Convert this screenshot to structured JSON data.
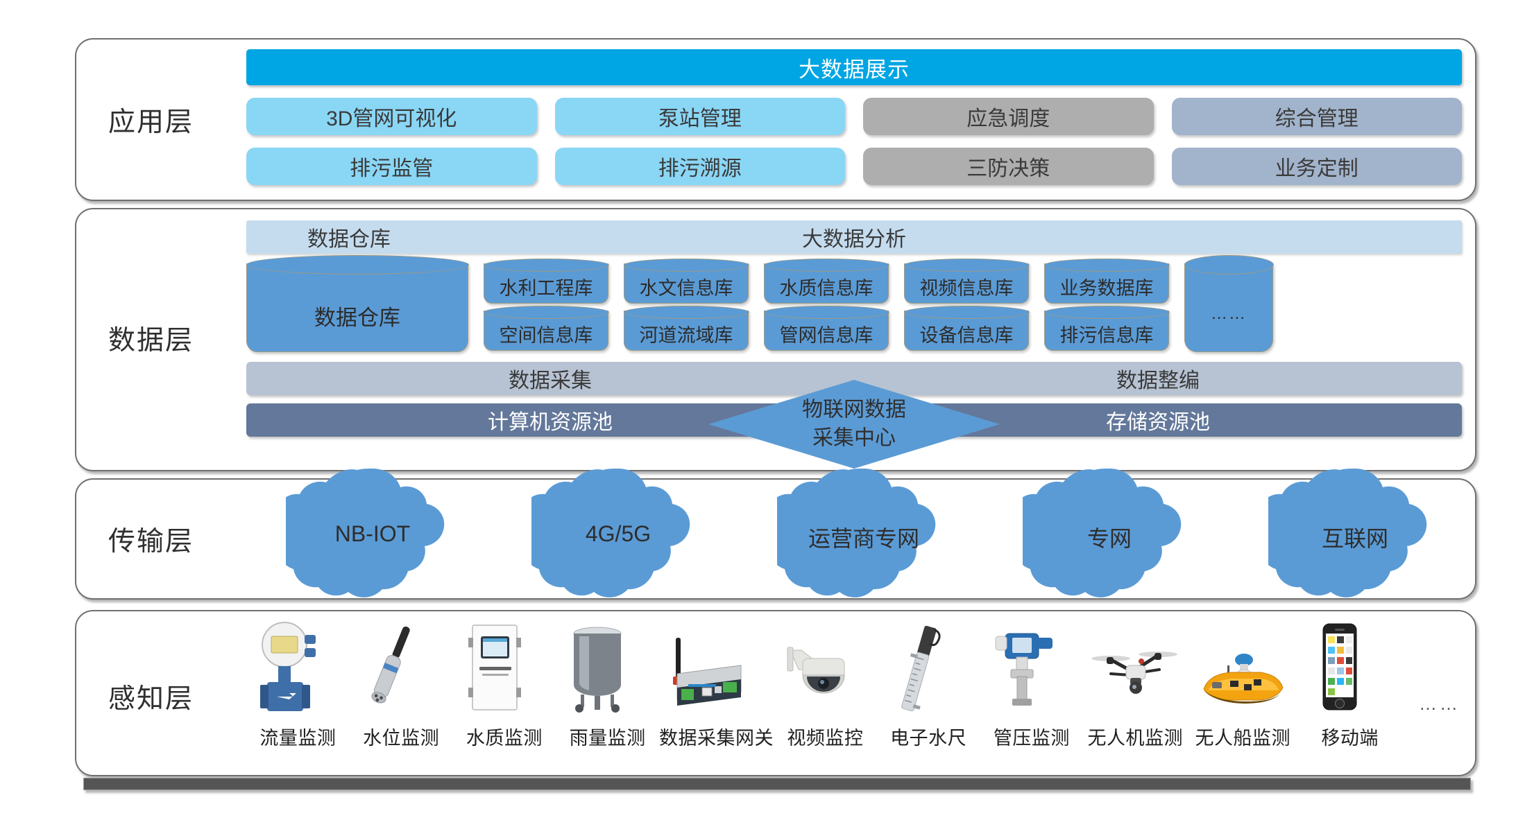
{
  "layers": {
    "application": {
      "label": "应用层",
      "headline": "大数据展示",
      "rows": [
        [
          {
            "text": "3D管网可视化",
            "color": "#8ad6f5"
          },
          {
            "text": "泵站管理",
            "color": "#8ad6f5"
          },
          {
            "text": "应急调度",
            "color": "#aeaeae"
          },
          {
            "text": "综合管理",
            "color": "#a2b4cb"
          }
        ],
        [
          {
            "text": "排污监管",
            "color": "#8ad6f5"
          },
          {
            "text": "排污溯源",
            "color": "#8ad6f5"
          },
          {
            "text": "三防决策",
            "color": "#aeaeae"
          },
          {
            "text": "业务定制",
            "color": "#a2b4cb"
          }
        ]
      ]
    },
    "data": {
      "label": "数据层",
      "banner_left": "数据仓库",
      "banner_center": "大数据分析",
      "warehouse": "数据仓库",
      "db_columns": [
        {
          "top": "水利工程库",
          "bottom": "空间信息库"
        },
        {
          "top": "水文信息库",
          "bottom": "河道流域库"
        },
        {
          "top": "水质信息库",
          "bottom": "管网信息库"
        },
        {
          "top": "视频信息库",
          "bottom": "设备信息库"
        },
        {
          "top": "业务数据库",
          "bottom": "排污信息库"
        }
      ],
      "db_more": "……",
      "acquire_left": "数据采集",
      "acquire_right": "数据整编",
      "pool_left": "计算机资源池",
      "pool_right": "存储资源池",
      "diamond_line1": "物联网数据",
      "diamond_line2": "采集中心"
    },
    "transport": {
      "label": "传输层",
      "clouds": [
        "NB-IOT",
        "4G/5G",
        "运营商专网",
        "专网",
        "互联网"
      ]
    },
    "sensing": {
      "label": "感知层",
      "devices": [
        {
          "caption": "流量监测",
          "icon": "flow-meter-icon"
        },
        {
          "caption": "水位监测",
          "icon": "water-level-probe-icon"
        },
        {
          "caption": "水质监测",
          "icon": "water-quality-cabinet-icon"
        },
        {
          "caption": "雨量监测",
          "icon": "rain-gauge-icon"
        },
        {
          "caption": "数据采集网关",
          "icon": "gateway-icon"
        },
        {
          "caption": "视频监控",
          "icon": "dome-camera-icon"
        },
        {
          "caption": "电子水尺",
          "icon": "electronic-water-ruler-icon"
        },
        {
          "caption": "管压监测",
          "icon": "pressure-transmitter-icon"
        },
        {
          "caption": "无人机监测",
          "icon": "drone-icon"
        },
        {
          "caption": "无人船监测",
          "icon": "usv-boat-icon"
        },
        {
          "caption": "移动端",
          "icon": "smartphone-icon"
        }
      ],
      "more": "……"
    }
  },
  "colors": {
    "accent_blue": "#00a5e3",
    "light_blue": "#8ad6f5",
    "gray": "#aeaeae",
    "steel": "#a2b4cb",
    "db_blue": "#5b9bd5",
    "banner_blue": "#c5dcef",
    "acquire_gray": "#b7c3d3",
    "pool_blue": "#63789a",
    "frame": "#6f6f6f",
    "base_bar": "#555555"
  }
}
